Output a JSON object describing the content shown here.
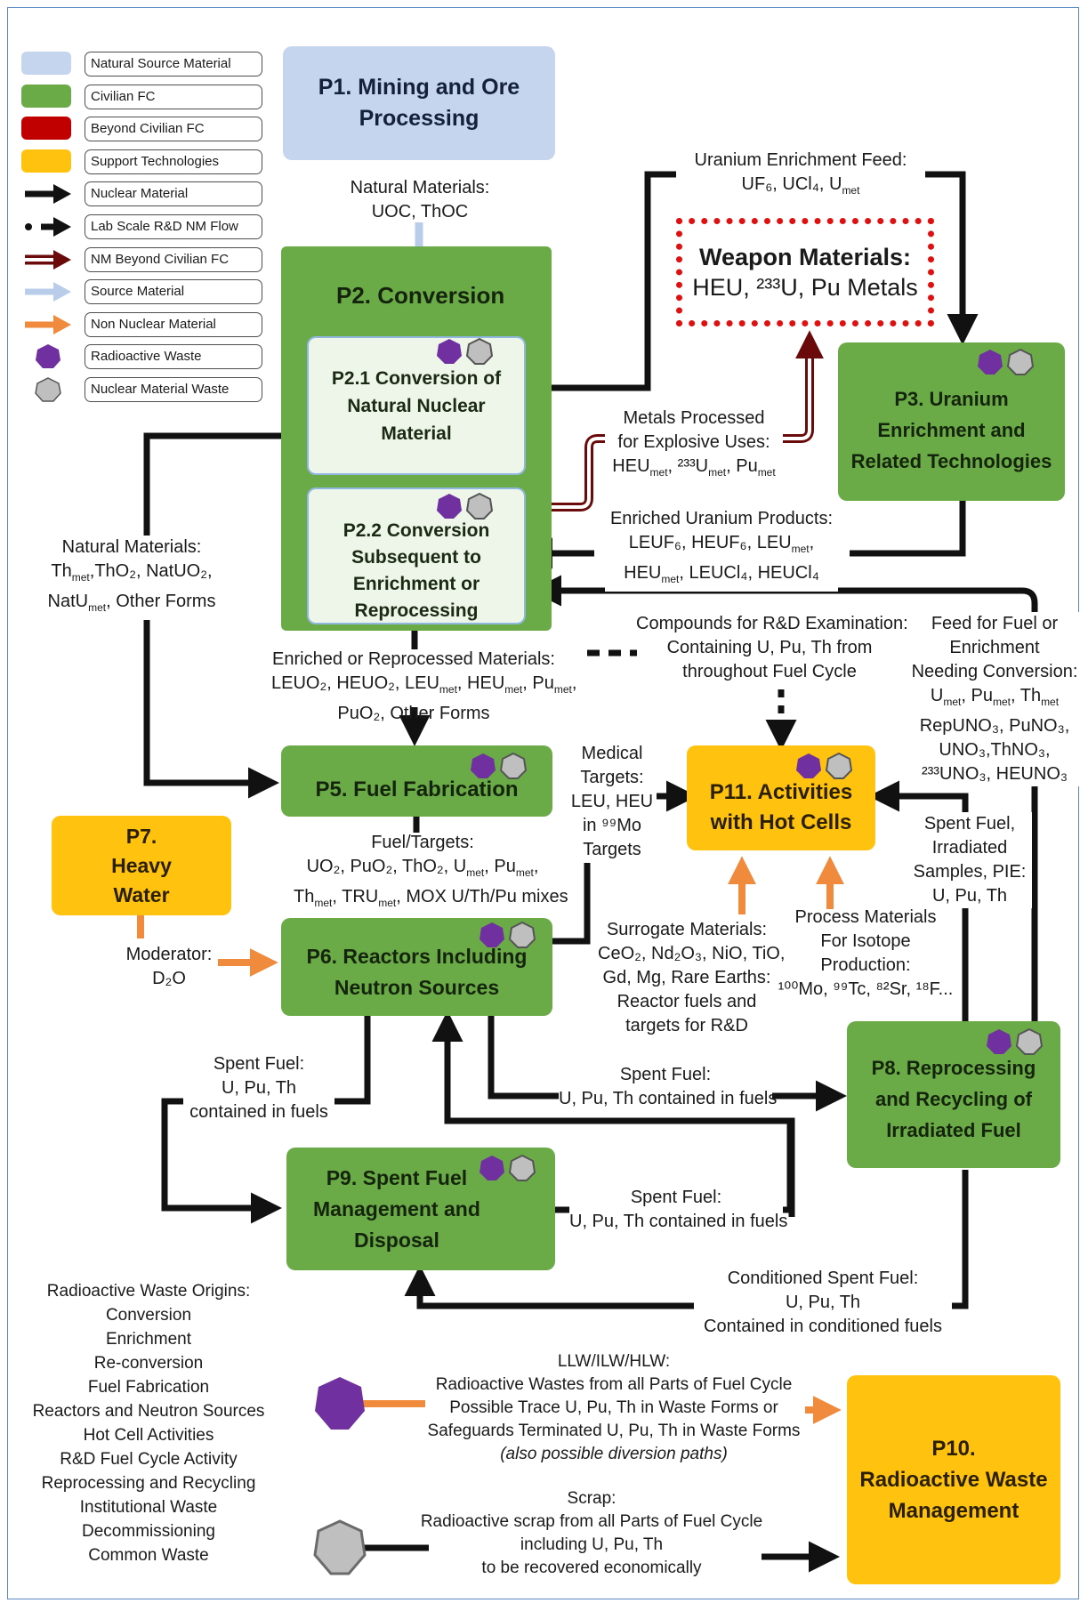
{
  "legend": [
    {
      "label": "Natural Source Material",
      "key": "swatch",
      "color": "#c6d5ee"
    },
    {
      "label": "Civilian FC",
      "key": "swatch",
      "color": "#6aab48"
    },
    {
      "label": "Beyond Civilian FC",
      "key": "swatch",
      "color": "#c00000"
    },
    {
      "label": "Support Technologies",
      "key": "swatch",
      "color": "#ffc20e"
    },
    {
      "label": "Nuclear Material",
      "key": "arrow-black"
    },
    {
      "label": "Lab Scale R&D NM Flow",
      "key": "arrow-dotted"
    },
    {
      "label": "NM Beyond Civilian FC",
      "key": "arrow-darkred"
    },
    {
      "label": "Source Material",
      "key": "arrow-lightblue"
    },
    {
      "label": "Non Nuclear Material",
      "key": "arrow-orange"
    },
    {
      "label": "Radioactive Waste",
      "key": "hex-purple"
    },
    {
      "label": "Nuclear Material Waste",
      "key": "hex-gray"
    }
  ],
  "colors": {
    "natural_source": "#c6d5ee",
    "civilian_fc": "#6aab48",
    "beyond_civilian": "#c00000",
    "support": "#ffc20e",
    "nm_beyond": "#6b0a0a",
    "radioactive_waste_hex": "#7030a0",
    "nm_waste_hex": "#bfbfbf",
    "orange_arrow": "#f08a3c"
  },
  "nodes": {
    "p1": [
      "P1. Mining and Ore",
      "Processing"
    ],
    "p2": "P2. Conversion",
    "p2_1": [
      "P2.1  Conversion of",
      "Natural Nuclear",
      "Material"
    ],
    "p2_2": [
      "P2.2  Conversion",
      "Subsequent to",
      "Enrichment or",
      "Reprocessing"
    ],
    "p3": [
      "P3. Uranium",
      "Enrichment and",
      "Related Technologies"
    ],
    "p5": "P5. Fuel Fabrication",
    "p6": [
      "P6. Reactors Including",
      "Neutron Sources"
    ],
    "p7": [
      "P7.",
      "Heavy",
      "Water"
    ],
    "p8": [
      "P8. Reprocessing",
      "and Recycling of",
      "Irradiated Fuel"
    ],
    "p9": [
      "P9. Spent Fuel",
      "Management and",
      "Disposal"
    ],
    "p10": [
      "P10.",
      "Radioactive Waste",
      "Management"
    ],
    "p11": [
      "P11. Activities",
      "with Hot Cells"
    ],
    "weapon": [
      "Weapon Materials:",
      "HEU, ²³³U, Pu Metals"
    ]
  },
  "flows": {
    "natural_materials_p1": [
      "Natural Materials:",
      "UOC, ThOC"
    ],
    "uranium_enrichment_feed": [
      "Uranium Enrichment Feed:",
      "UF₆, UCl₄, U<sub>met</sub>"
    ],
    "metals_explosive": [
      "Metals Processed",
      "for Explosive Uses:",
      "HEU<sub>met</sub>, ²³³U<sub>met</sub>, Pu<sub>met</sub>"
    ],
    "enriched_uranium_products": [
      "Enriched Uranium Products:",
      "LEUF₆, HEUF₆, LEU<sub>met</sub>,",
      "HEU<sub>met</sub>, LEUCl₄, HEUCl₄"
    ],
    "natural_materials_left": [
      "Natural Materials:",
      "Th<sub>met</sub>,ThO₂, NatUO₂,",
      "NatU<sub>met</sub>, Other Forms"
    ],
    "enriched_reprocessed": [
      "Enriched or Reprocessed Materials:",
      "LEUO₂, HEUO₂, LEU<sub>met</sub>, HEU<sub>met</sub>, Pu<sub>met</sub>,",
      "PuO₂, Other Forms"
    ],
    "compounds_rd": [
      "Compounds for R&D Examination:",
      "Containing U, Pu, Th from",
      "throughout Fuel Cycle"
    ],
    "feed_needing_conversion": [
      "Feed for Fuel or",
      "Enrichment",
      "Needing Conversion:",
      "U<sub>met</sub>, Pu<sub>met</sub>, Th<sub>met</sub>",
      "RepUNO₃, PuNO₃,",
      "UNO₃,ThNO₃,",
      "²³³UNO₃, HEUNO₃"
    ],
    "medical_targets": [
      "Medical",
      "Targets:",
      "LEU, HEU",
      "in ⁹⁹Mo",
      "Targets"
    ],
    "fuel_targets": [
      "Fuel/Targets:",
      "UO₂, PuO₂, ThO₂, U<sub>met</sub>, Pu<sub>met</sub>,",
      "Th<sub>met</sub>, TRU<sub>met</sub>, MOX U/Th/Pu mixes"
    ],
    "spent_fuel_pie": [
      "Spent Fuel,",
      "Irradiated",
      "Samples, PIE:",
      "U, Pu, Th"
    ],
    "moderator": [
      "Moderator:",
      "D₂O"
    ],
    "surrogate": [
      "Surrogate Materials:",
      "CeO₂, Nd₂O₃, NiO, TiO,",
      "Gd, Mg, Rare Earths:",
      "Reactor fuels and",
      "targets for R&D"
    ],
    "process_isotope": [
      "Process Materials",
      "For Isotope",
      "Production:",
      "¹⁰⁰Mo, ⁹⁹Tc, ⁸²Sr, ¹⁸F..."
    ],
    "spent_fuel_p9": [
      "Spent Fuel:",
      "U, Pu, Th",
      "contained in fuels"
    ],
    "spent_fuel_p8": [
      "Spent Fuel:",
      "U, Pu, Th contained in fuels"
    ],
    "spent_fuel_p9_p8": [
      "Spent Fuel:",
      "U, Pu, Th contained in fuels"
    ],
    "conditioned_spent": [
      "Conditioned Spent Fuel:",
      "U, Pu, Th",
      "Contained in conditioned fuels"
    ],
    "llw": [
      "LLW/ILW/HLW:",
      "Radioactive Wastes from all Parts of Fuel Cycle",
      "Possible Trace U, Pu, Th in Waste Forms or",
      "Safeguards Terminated  U, Pu, Th in Waste Forms",
      "<i>(also possible diversion paths)</i>"
    ],
    "scrap": [
      "Scrap:",
      "Radioactive scrap from all Parts of Fuel Cycle",
      "including U, Pu, Th",
      "to be recovered economically"
    ]
  },
  "waste_origins": {
    "title": "Radioactive Waste Origins:",
    "items": [
      "Conversion",
      "Enrichment",
      "Re-conversion",
      "Fuel Fabrication",
      "Reactors and Neutron Sources",
      "Hot Cell Activities",
      "R&D Fuel Cycle Activity",
      "Reprocessing and Recycling",
      "Institutional Waste",
      "Decommissioning",
      "Common Waste"
    ]
  }
}
